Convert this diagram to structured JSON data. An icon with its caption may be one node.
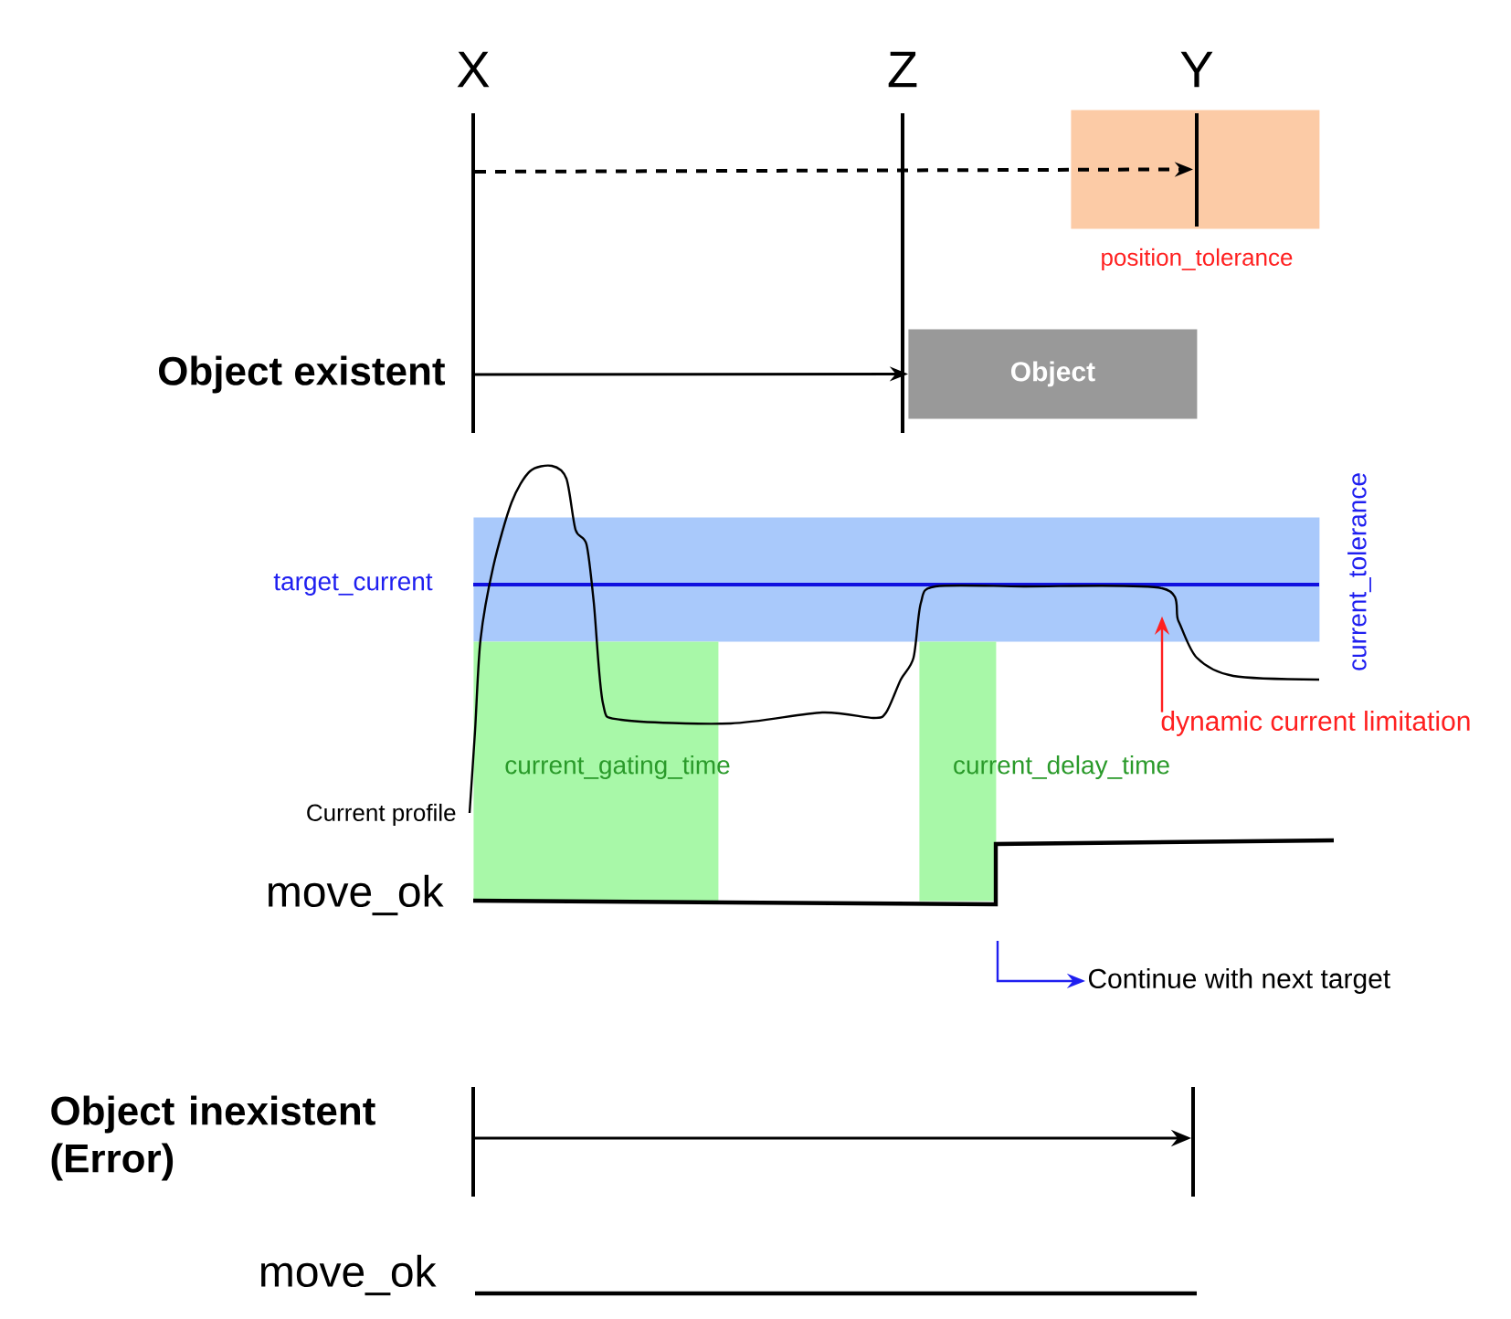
{
  "diagram": {
    "nodes": [
      {
        "text": [
          "position_tolerance"
        ]
      },
      {
        "text": [
          "Object"
        ]
      },
      {
        "text": [
          "current_tolerance"
        ]
      },
      {
        "text": [
          "current_gating_time"
        ]
      },
      {
        "text": [
          "current_delay_time"
        ]
      },
      {
        "text": [
          "dynamic current limitation"
        ]
      },
      {
        "text": [
          "Continue with next target"
        ]
      }
    ],
    "edges": [
      {
        "from": 5,
        "to": 2,
        "arrow": "to",
        "color": "#ff2020"
      },
      {
        "from": null,
        "to": 6,
        "arrow": "to",
        "color": "#1f1ff0"
      },
      {
        "from": null,
        "to": 0,
        "arrow": "to",
        "style": "dashed"
      },
      {
        "from": null,
        "to": 1,
        "arrow": "to"
      }
    ],
    "labels": [
      "X",
      "Z",
      "Y",
      "Object existent",
      "target_current",
      "Current profile",
      "move_ok",
      "Object inexistent (Error)",
      "move_ok"
    ]
  }
}
